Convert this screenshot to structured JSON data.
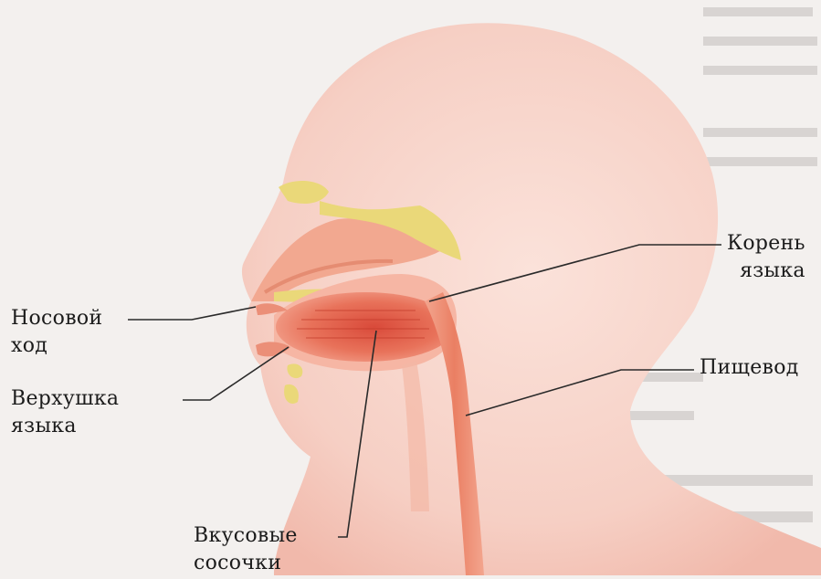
{
  "labels": {
    "nasal_passage": [
      "Носовой",
      "ход"
    ],
    "tongue_tip": [
      "Верхушка",
      "языка"
    ],
    "taste_buds": [
      "Вкусовые",
      "сосочки"
    ],
    "tongue_root": [
      "Корень",
      "языка"
    ],
    "esophagus": "Пищевод"
  },
  "colors": {
    "skin": "#f6cfc4",
    "skin_light": "#fbe5de",
    "tongue": "#e8725a",
    "throat": "#ee8a6f",
    "bone": "#ead879",
    "leader_line": "#2a2a2a",
    "background": "#f3f0ee"
  }
}
